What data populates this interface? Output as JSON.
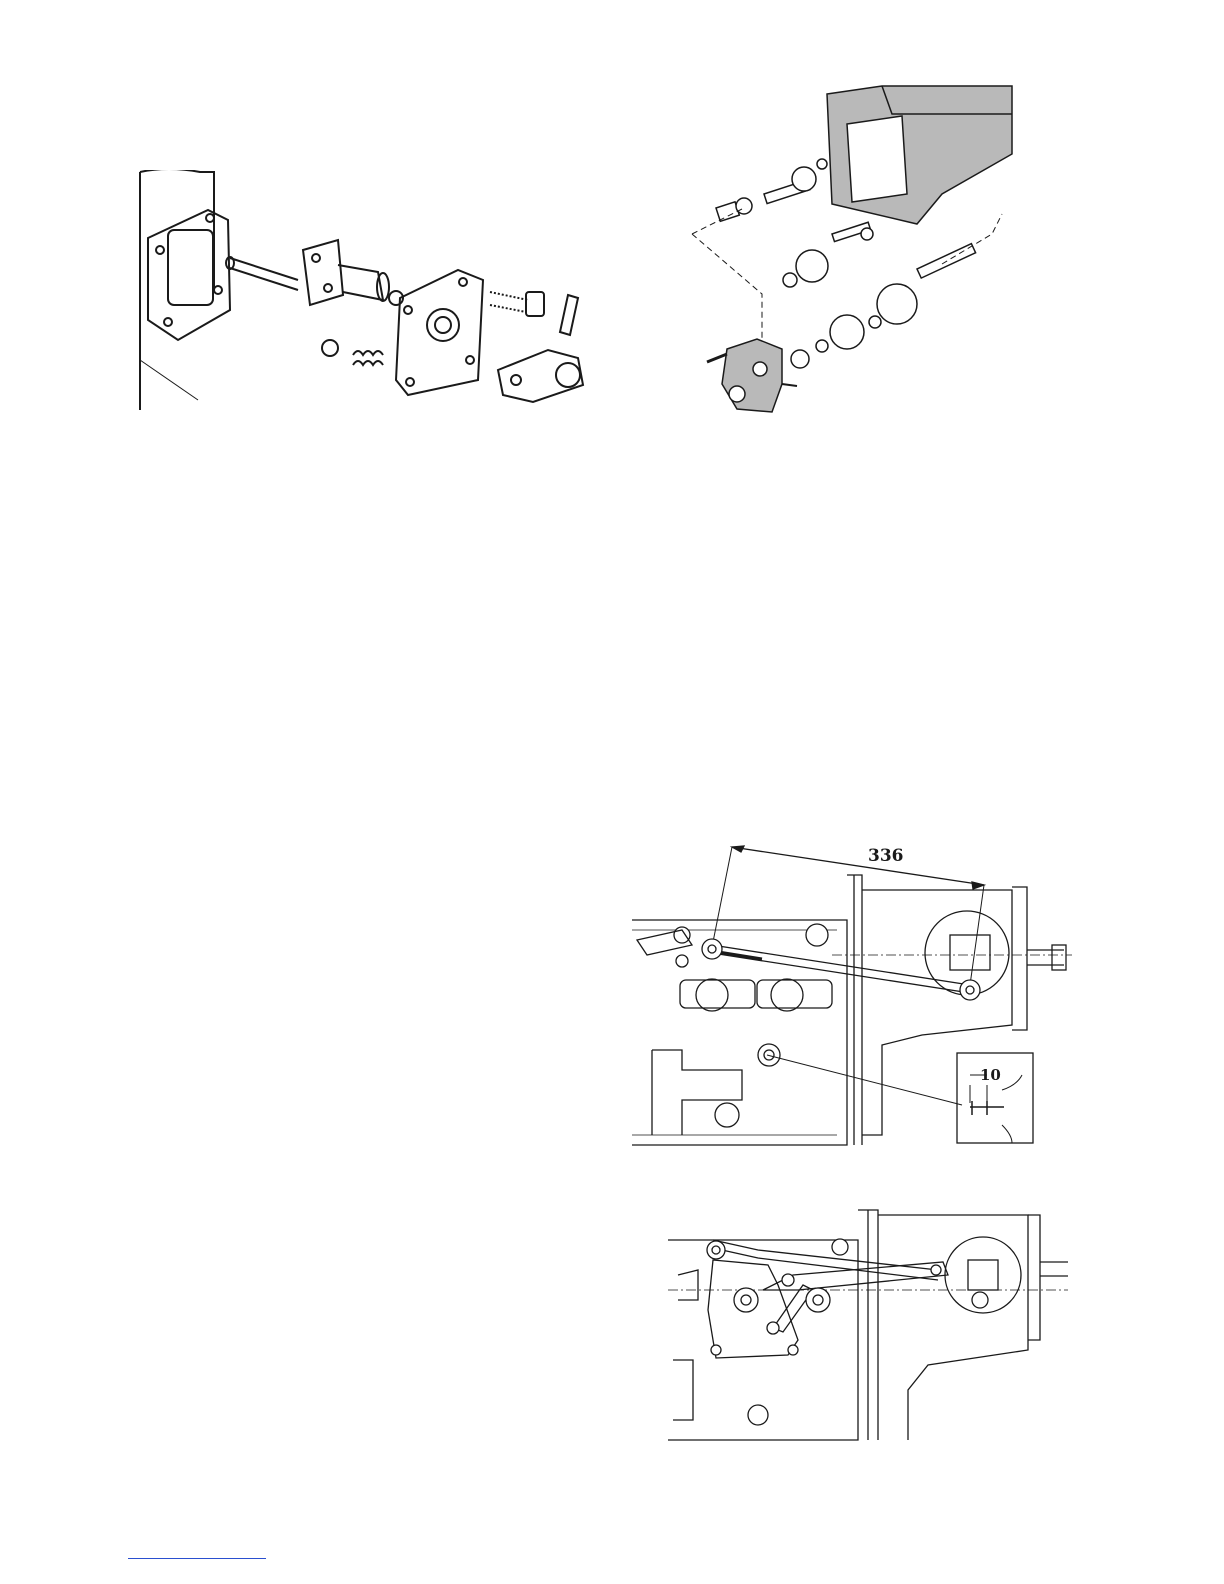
{
  "page": {
    "figures": [
      {
        "id": "selector-shaft-exploded",
        "description_icon": "exploded-assembly-icon"
      },
      {
        "id": "gearbox-exploded",
        "description_icon": "exploded-assembly-icon"
      },
      {
        "id": "linkage-dimension",
        "dimension_main": "336",
        "dimension_detail": "10"
      },
      {
        "id": "linkage-assembly",
        "description_icon": "linkage-icon"
      }
    ],
    "colors": {
      "line": "#1a1a1a",
      "casing_fill": "#b9b9b9",
      "footer_rule": "#2a4fd0"
    }
  }
}
